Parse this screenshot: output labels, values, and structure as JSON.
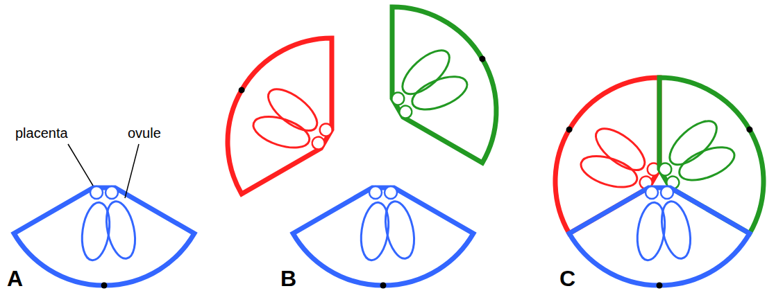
{
  "diagram": {
    "labels": [
      "placenta",
      "ovule",
      "A",
      "B",
      "C"
    ]
  }
}
